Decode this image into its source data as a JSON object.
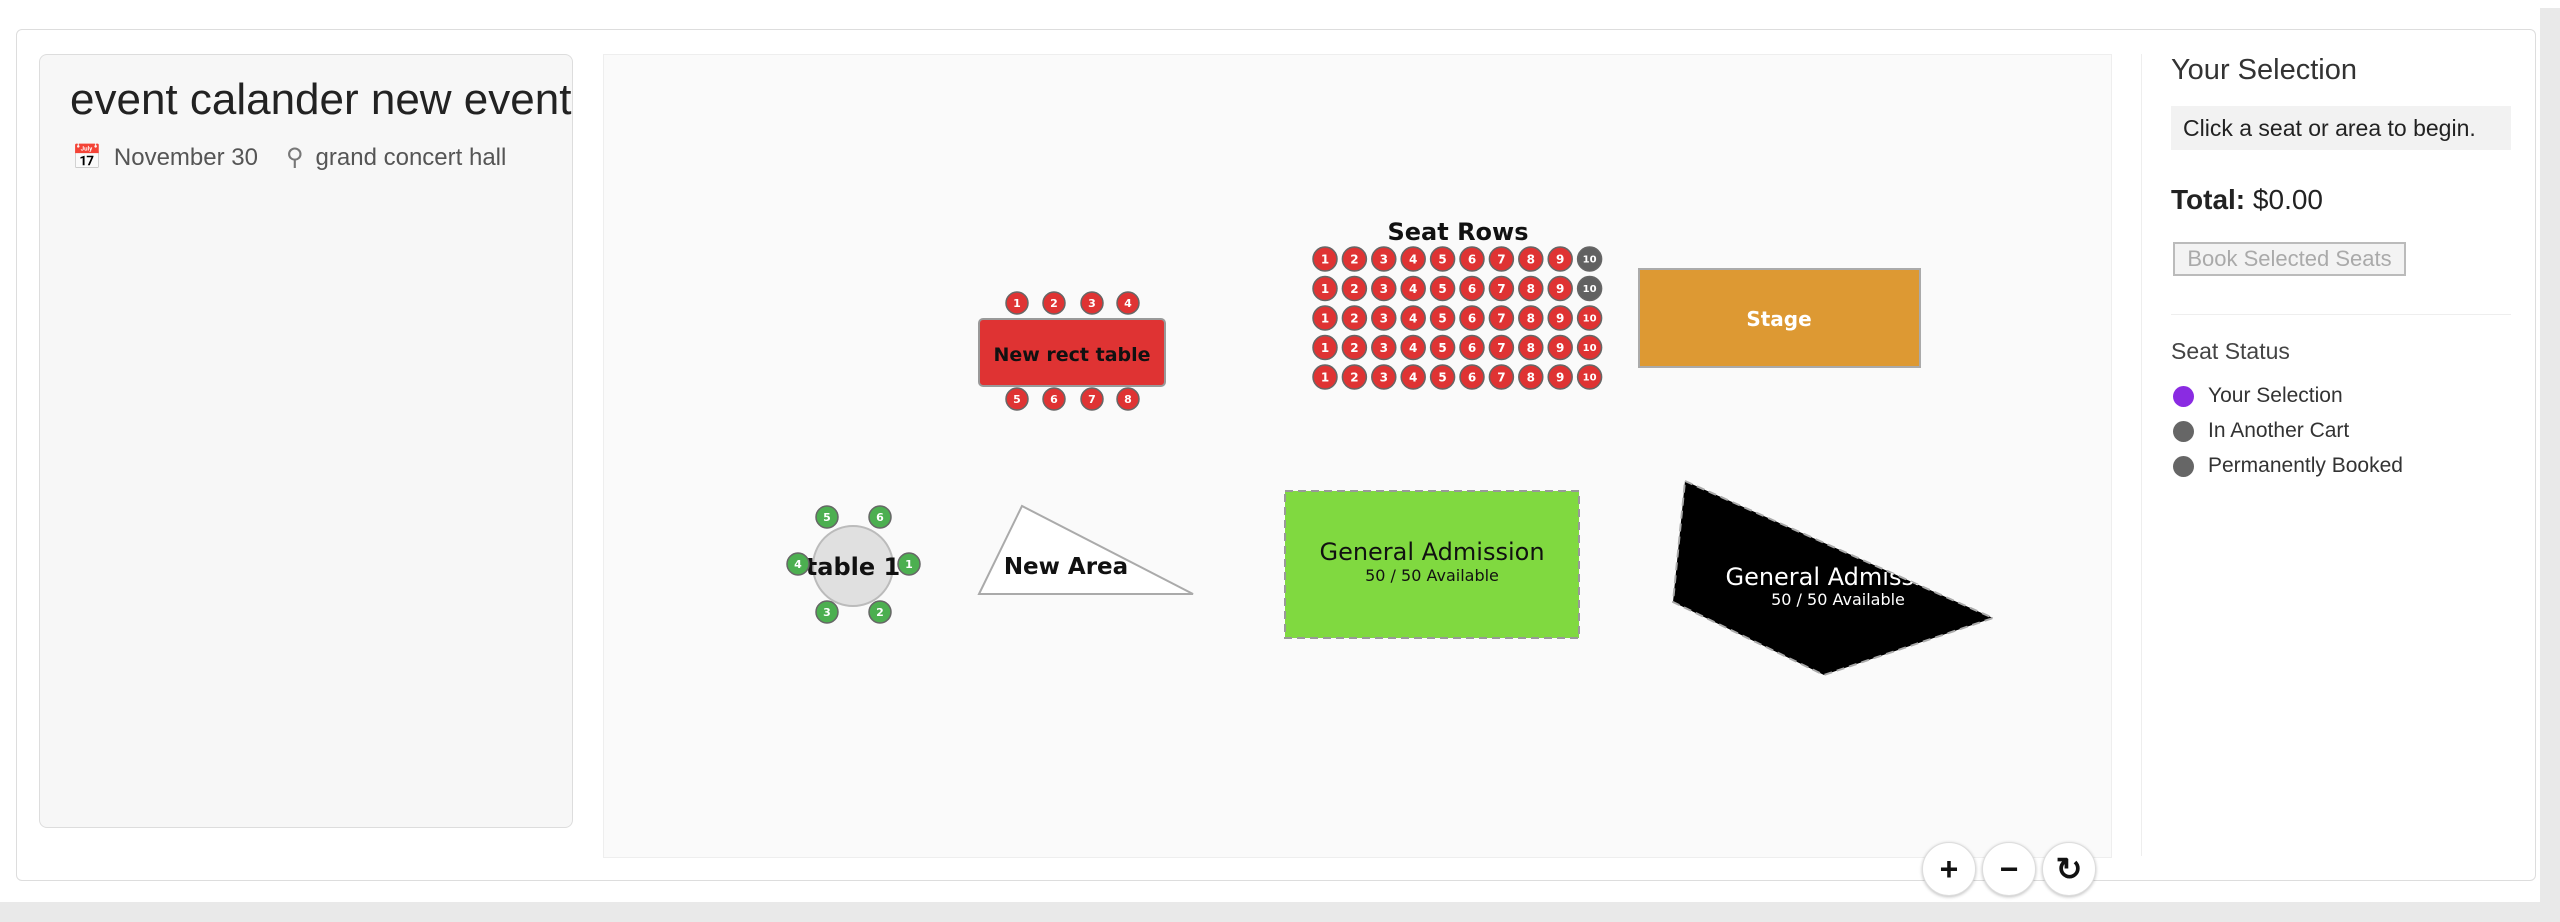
{
  "event": {
    "title": "event calander new event",
    "date": "November 30",
    "venue": "grand concert hall",
    "calendar_icon": "calendar-icon",
    "location_icon": "map-pin-icon"
  },
  "map": {
    "rect_table": {
      "label": "New rect table",
      "color": "#df3333",
      "seats_top": [
        "1",
        "2",
        "3",
        "4"
      ],
      "seats_bottom": [
        "5",
        "6",
        "7",
        "8"
      ]
    },
    "seat_rows": {
      "label": "Seat Rows",
      "rows": [
        [
          "a",
          "a",
          "a",
          "a",
          "a",
          "a",
          "a",
          "a",
          "a",
          "b"
        ],
        [
          "a",
          "a",
          "a",
          "a",
          "a",
          "a",
          "a",
          "a",
          "a",
          "b"
        ],
        [
          "a",
          "a",
          "a",
          "a",
          "a",
          "a",
          "a",
          "a",
          "a",
          "a"
        ],
        [
          "a",
          "a",
          "a",
          "a",
          "a",
          "a",
          "a",
          "a",
          "a",
          "a"
        ],
        [
          "a",
          "a",
          "a",
          "a",
          "a",
          "a",
          "a",
          "a",
          "a",
          "a"
        ]
      ],
      "seat_labels": [
        "1",
        "2",
        "3",
        "4",
        "5",
        "6",
        "7",
        "8",
        "9",
        "10"
      ]
    },
    "stage": {
      "label": "Stage",
      "color": "#dd9933"
    },
    "round_table": {
      "label": "table 1",
      "seats": [
        "5",
        "6",
        "4",
        "1",
        "3",
        "2"
      ]
    },
    "new_area": {
      "label": "New Area"
    },
    "ga_green": {
      "label": "General Admission",
      "availability": "50 / 50 Available",
      "color": "#80d940"
    },
    "ga_black": {
      "label": "General Admission",
      "availability": "50 / 50 Available",
      "color": "#000000"
    },
    "colors": {
      "available": "#df3333",
      "booked": "#616161",
      "table_seat": "#4caf50"
    },
    "zoom_in": "+",
    "zoom_out": "−",
    "reset": "↻"
  },
  "selection": {
    "title": "Your Selection",
    "hint": "Click a seat or area to begin.",
    "total_label": "Total:",
    "total_value": "$0.00",
    "book_button": "Book Selected Seats",
    "status_title": "Seat Status",
    "legend": [
      {
        "label": "Your Selection",
        "color": "#8a2be2"
      },
      {
        "label": "In Another Cart",
        "color": "#666666"
      },
      {
        "label": "Permanently Booked",
        "color": "#666666"
      }
    ]
  }
}
